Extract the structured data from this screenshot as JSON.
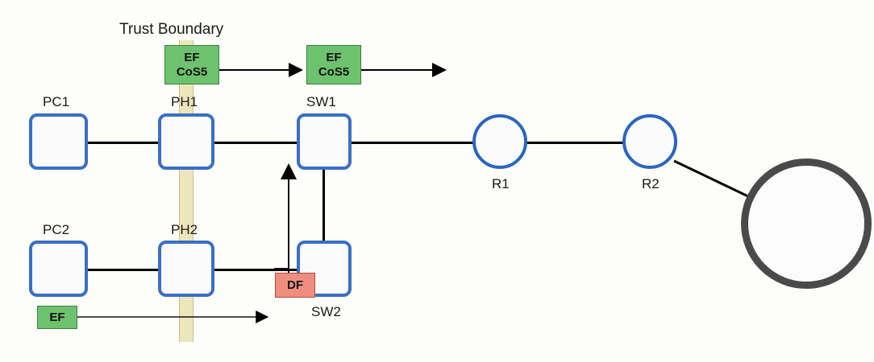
{
  "diagram": {
    "title": "Trust Boundary",
    "background_color": "#fdfdfa",
    "accent_color": "#3a6fc4",
    "boundary_color": "#eee6bb",
    "marking_green": "#6dc26e",
    "marking_red": "#ef8e7e"
  },
  "nodes": {
    "pc1": {
      "label": "PC1",
      "icon": "desktop-pc-icon"
    },
    "pc2": {
      "label": "PC2",
      "icon": "desktop-pc-icon"
    },
    "ph1": {
      "label": "PH1",
      "icon": "ip-phone-icon"
    },
    "ph2": {
      "label": "PH2",
      "icon": "ip-phone-icon"
    },
    "sw1": {
      "label": "SW1",
      "icon": "switch-icon"
    },
    "sw2": {
      "label": "SW2",
      "icon": "switch-icon"
    },
    "r1": {
      "label": "R1",
      "icon": "router-icon"
    },
    "r2": {
      "label": "R2",
      "icon": "router-icon"
    },
    "cloud": {
      "label": "",
      "icon": "cloud-icon"
    }
  },
  "markings": {
    "ph1_tag": {
      "line1": "EF",
      "line2": "CoS5",
      "color": "#6dc26e"
    },
    "sw1_tag": {
      "line1": "EF",
      "line2": "CoS5",
      "color": "#6dc26e"
    },
    "pc2_tag": {
      "line1": "EF",
      "line2": "",
      "color": "#6dc26e"
    },
    "sw2_tag": {
      "line1": "DF",
      "line2": "",
      "color": "#ef8e7e"
    }
  },
  "links": [
    {
      "name": "pc1-ph1",
      "from": "PC1",
      "to": "PH1"
    },
    {
      "name": "ph1-sw1",
      "from": "PH1",
      "to": "SW1"
    },
    {
      "name": "sw1-r1",
      "from": "SW1",
      "to": "R1"
    },
    {
      "name": "r1-r2",
      "from": "R1",
      "to": "R2"
    },
    {
      "name": "r2-cloud",
      "from": "R2",
      "to": "Cloud"
    },
    {
      "name": "pc2-ph2",
      "from": "PC2",
      "to": "PH2"
    },
    {
      "name": "ph2-sw2",
      "from": "PH2",
      "to": "SW2"
    },
    {
      "name": "sw1-sw2",
      "from": "SW1",
      "to": "SW2"
    }
  ],
  "flows": [
    {
      "name": "voice-flow-top",
      "from": "PH1 marking",
      "to": "SW1 marking"
    },
    {
      "name": "voice-flow-egress",
      "from": "SW1 marking",
      "to": "uplink"
    },
    {
      "name": "data-flow-bottom",
      "from": "PC2 EF marking",
      "to": "boundary egress"
    },
    {
      "name": "remark-flow-up",
      "from": "SW2 DF marking",
      "to": "SW1"
    }
  ]
}
